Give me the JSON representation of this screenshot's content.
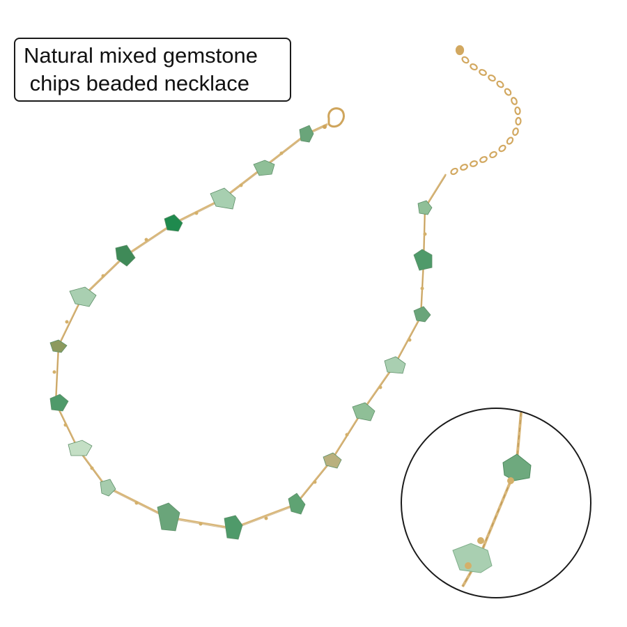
{
  "caption": {
    "line1": "Natural mixed gemstone",
    "line2": " chips beaded necklace"
  },
  "colors": {
    "chain_gold": "#d9b77a",
    "chain_gold_dark": "#b48d4a",
    "stone_light": "#a9cfb1",
    "stone_mid": "#7fb28c",
    "stone_dark": "#3f8a58",
    "stone_deep": "#1f7a45",
    "stone_tan": "#b9b07e",
    "circle_outline": "#1a1a1a"
  },
  "icons": {
    "clasp": "lobster-clasp-icon",
    "extender": "extender-chain-icon",
    "detail": "magnified-detail-circle"
  }
}
